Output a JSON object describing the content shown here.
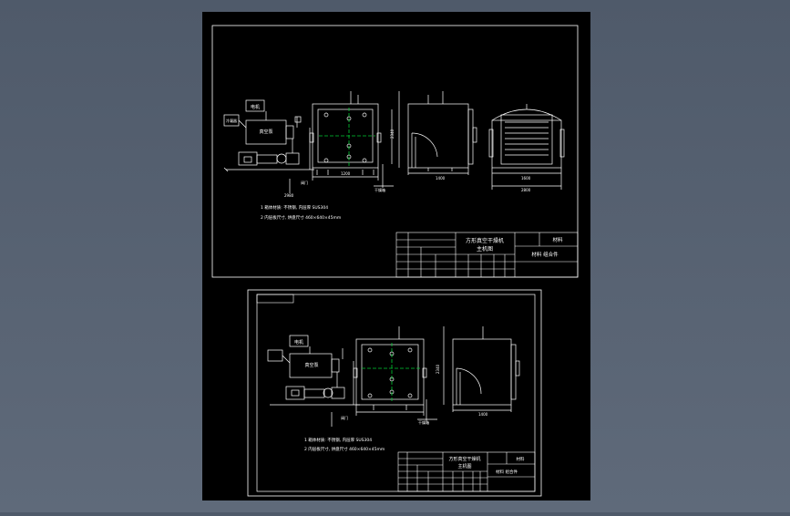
{
  "colors": {
    "background": "#5a6575",
    "sheet": "#000000",
    "line": "#ffffff",
    "accent_green": "#00cc33",
    "accent_yellow": "#ffff00"
  },
  "top_sheet": {
    "labels": {
      "motor": "电机",
      "pump": "真空泵",
      "valve": "阀门",
      "condenser": "冷凝器",
      "dim_a": "2980",
      "dim_b": "1200",
      "dim_c": "1600",
      "dim_d": "1400",
      "dim_e": "2800",
      "dim_h": "2340",
      "callout": "干燥箱"
    },
    "notes": [
      "1 箱体材质: 不锈钢, 内层厚 SUS304",
      "2 内层板尺寸, 烘盘尺寸 460×640×45mm"
    ],
    "title_block": {
      "title_line1": "方形真空干燥机",
      "title_line2": "主机图",
      "material": "材料",
      "drawing_no": "材料 组合件"
    }
  },
  "bottom_sheet": {
    "labels": {
      "motor": "电机",
      "pump": "真空泵",
      "valve": "阀门",
      "dim_h": "2340",
      "dim_w": "1400",
      "callout": "干燥箱"
    },
    "notes": [
      "1 箱体材质: 不锈钢, 内层厚 SUS304",
      "2 内层板尺寸, 烘盘尺寸 460×640×45mm"
    ],
    "title_block": {
      "title_line1": "方形真空干燥机",
      "title_line2": "主机图",
      "material": "材料",
      "drawing_no": "材料 组合件"
    }
  }
}
